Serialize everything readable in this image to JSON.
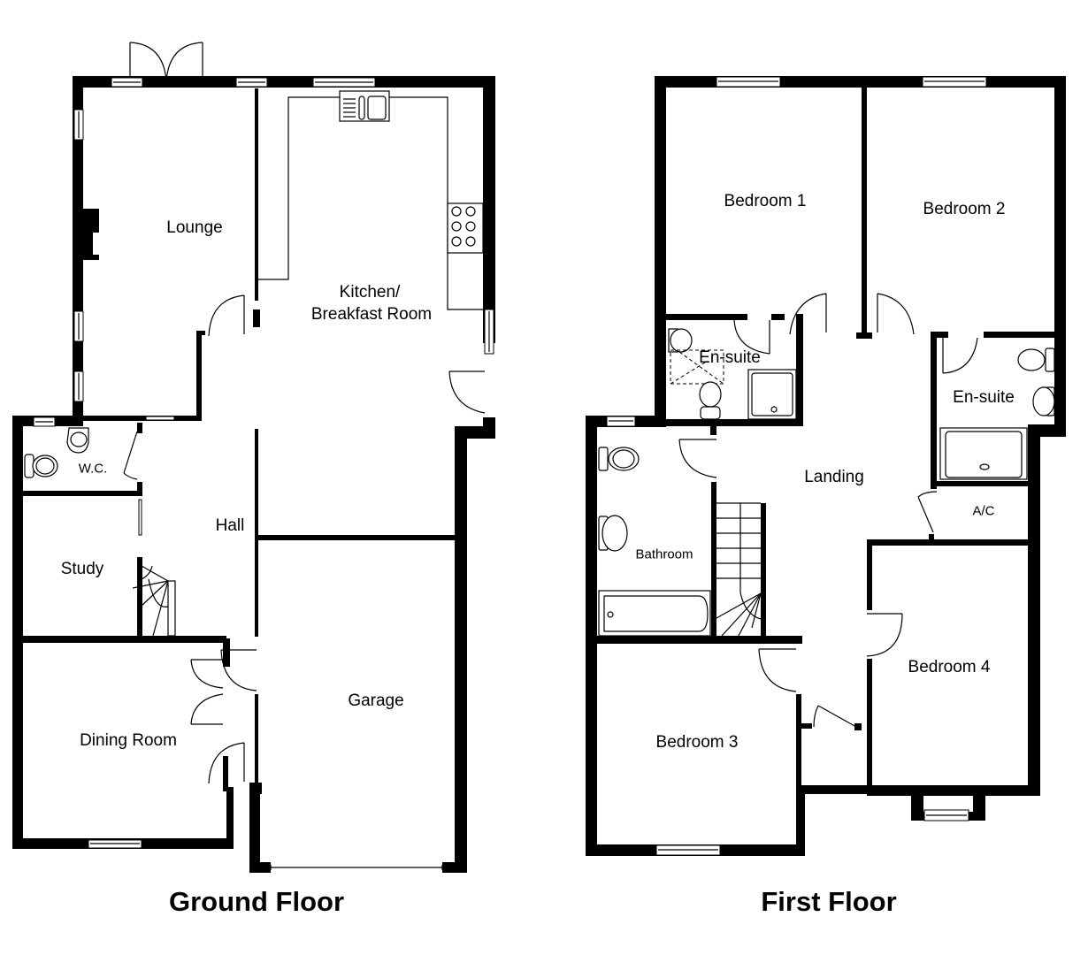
{
  "ground_floor": {
    "title": "Ground Floor",
    "rooms": {
      "lounge": "Lounge",
      "kitchen_line1": "Kitchen/",
      "kitchen_line2": "Breakfast Room",
      "wc": "W.C.",
      "hall": "Hall",
      "study": "Study",
      "dining": "Dining Room",
      "garage": "Garage"
    }
  },
  "first_floor": {
    "title": "First Floor",
    "rooms": {
      "bedroom1": "Bedroom 1",
      "bedroom2": "Bedroom 2",
      "ensuite1": "En-suite",
      "ensuite2": "En-suite",
      "landing": "Landing",
      "ac": "A/C",
      "bathroom": "Bathroom",
      "bedroom3": "Bedroom 3",
      "bedroom4": "Bedroom 4"
    }
  }
}
